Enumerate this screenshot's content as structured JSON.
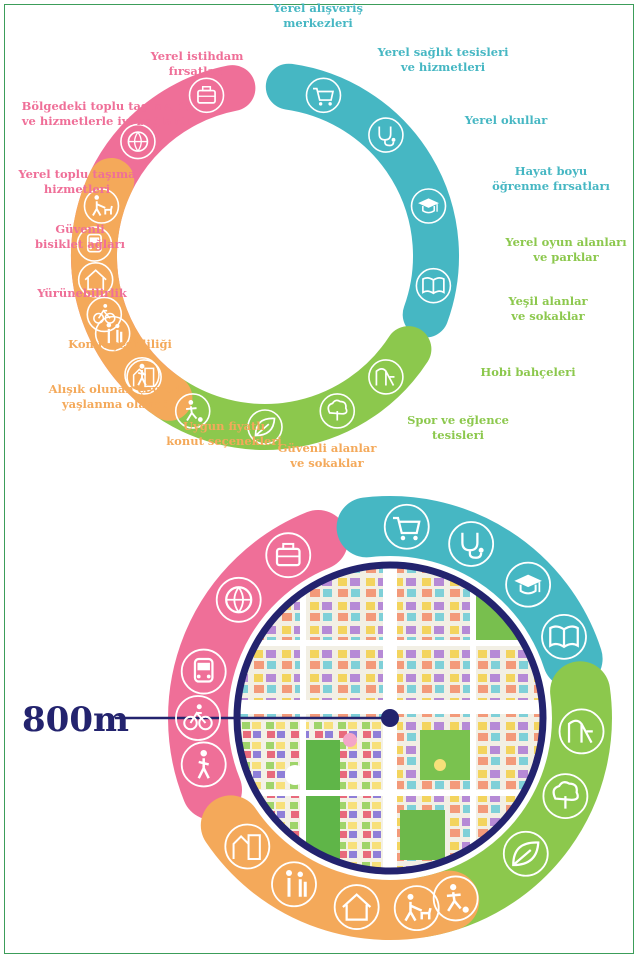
{
  "colors": {
    "pink": "#ef6f98",
    "teal": "#46b7c3",
    "green": "#8cc84d",
    "orange": "#f4a95a",
    "navy": "#23236e",
    "frame": "#3c9d5a"
  },
  "groups": {
    "pink": [
      {
        "icon": "briefcase-icon",
        "label": [
          "Yerel istihdam",
          "fırsatları"
        ]
      },
      {
        "icon": "globe-icon",
        "label": [
          "Bölgedeki toplu taşıma, iş",
          "ve hizmetlerle iyi bağlantı"
        ]
      },
      {
        "icon": "bus-icon",
        "label": [
          "Yerel toplu taşıma",
          "hizmetleri"
        ]
      },
      {
        "icon": "bicycle-icon",
        "label": [
          "Güvenli",
          "bisiklet ağları"
        ]
      },
      {
        "icon": "pedestrian-icon",
        "label": [
          "Yürünebilirlik"
        ]
      }
    ],
    "teal": [
      {
        "icon": "shopping-cart-icon",
        "label": [
          "Yerel alışveriş",
          "merkezleri"
        ]
      },
      {
        "icon": "stethoscope-icon",
        "label": [
          "Yerel sağlık tesisleri",
          "ve hizmetleri"
        ]
      },
      {
        "icon": "graduation-cap-icon",
        "label": [
          "Yerel okullar"
        ]
      },
      {
        "icon": "book-icon",
        "label": [
          "Hayat boyu",
          "öğrenme fırsatları"
        ]
      }
    ],
    "green": [
      {
        "icon": "playground-icon",
        "label": [
          "Yerel oyun alanları",
          "ve parklar"
        ]
      },
      {
        "icon": "tree-icon",
        "label": [
          "Yeşil alanlar",
          "ve sokaklar"
        ]
      },
      {
        "icon": "leaf-icon",
        "label": [
          "Hobi bahçeleri"
        ]
      },
      {
        "icon": "soccer-player-icon",
        "label": [
          "Spor ve eğlence",
          "tesisleri"
        ]
      }
    ],
    "orange": [
      {
        "icon": "housing-mix-icon",
        "label": [
          "Konut çeşitliliği"
        ]
      },
      {
        "icon": "elderly-couple-icon",
        "label": [
          "Alışık olunan çevrede",
          "yaşlanma olanağı"
        ]
      },
      {
        "icon": "house-icon",
        "label": [
          "Uygun fiyatlı",
          "konut seçenekleri"
        ]
      },
      {
        "icon": "dog-walker-icon",
        "label": [
          "Güvenli alanlar",
          "ve sokaklar"
        ]
      }
    ]
  },
  "scale_label": "800m"
}
